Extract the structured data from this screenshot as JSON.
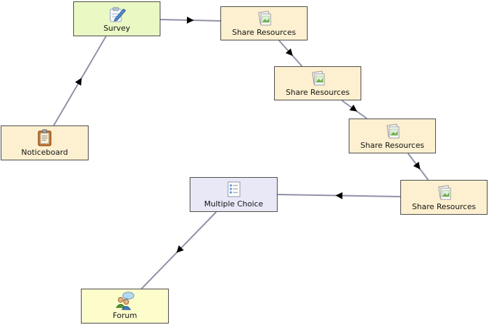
{
  "diagram": {
    "nodes": [
      {
        "id": "survey",
        "label": "Survey",
        "icon": "survey-clipboard-icon",
        "color": "#eaf8c4"
      },
      {
        "id": "share1",
        "label": "Share Resources",
        "icon": "share-resources-icon",
        "color": "#fdf0d0"
      },
      {
        "id": "share2",
        "label": "Share Resources",
        "icon": "share-resources-icon",
        "color": "#fdf0d0"
      },
      {
        "id": "share3",
        "label": "Share Resources",
        "icon": "share-resources-icon",
        "color": "#fdf0d0"
      },
      {
        "id": "share4",
        "label": "Share Resources",
        "icon": "share-resources-icon",
        "color": "#fdf0d0"
      },
      {
        "id": "noticeboard",
        "label": "Noticeboard",
        "icon": "noticeboard-icon",
        "color": "#fdf0d0"
      },
      {
        "id": "multiple-choice",
        "label": "Multiple Choice",
        "icon": "multiple-choice-icon",
        "color": "#e8e8f6"
      },
      {
        "id": "forum",
        "label": "Forum",
        "icon": "forum-icon",
        "color": "#fdfdcc"
      }
    ],
    "edges": [
      {
        "from": "noticeboard",
        "to": "survey"
      },
      {
        "from": "survey",
        "to": "share1"
      },
      {
        "from": "share1",
        "to": "share2"
      },
      {
        "from": "share2",
        "to": "share3"
      },
      {
        "from": "share3",
        "to": "share4"
      },
      {
        "from": "share4",
        "to": "multiple-choice"
      },
      {
        "from": "multiple-choice",
        "to": "forum"
      }
    ],
    "edge_color": "#8f8fa8"
  }
}
